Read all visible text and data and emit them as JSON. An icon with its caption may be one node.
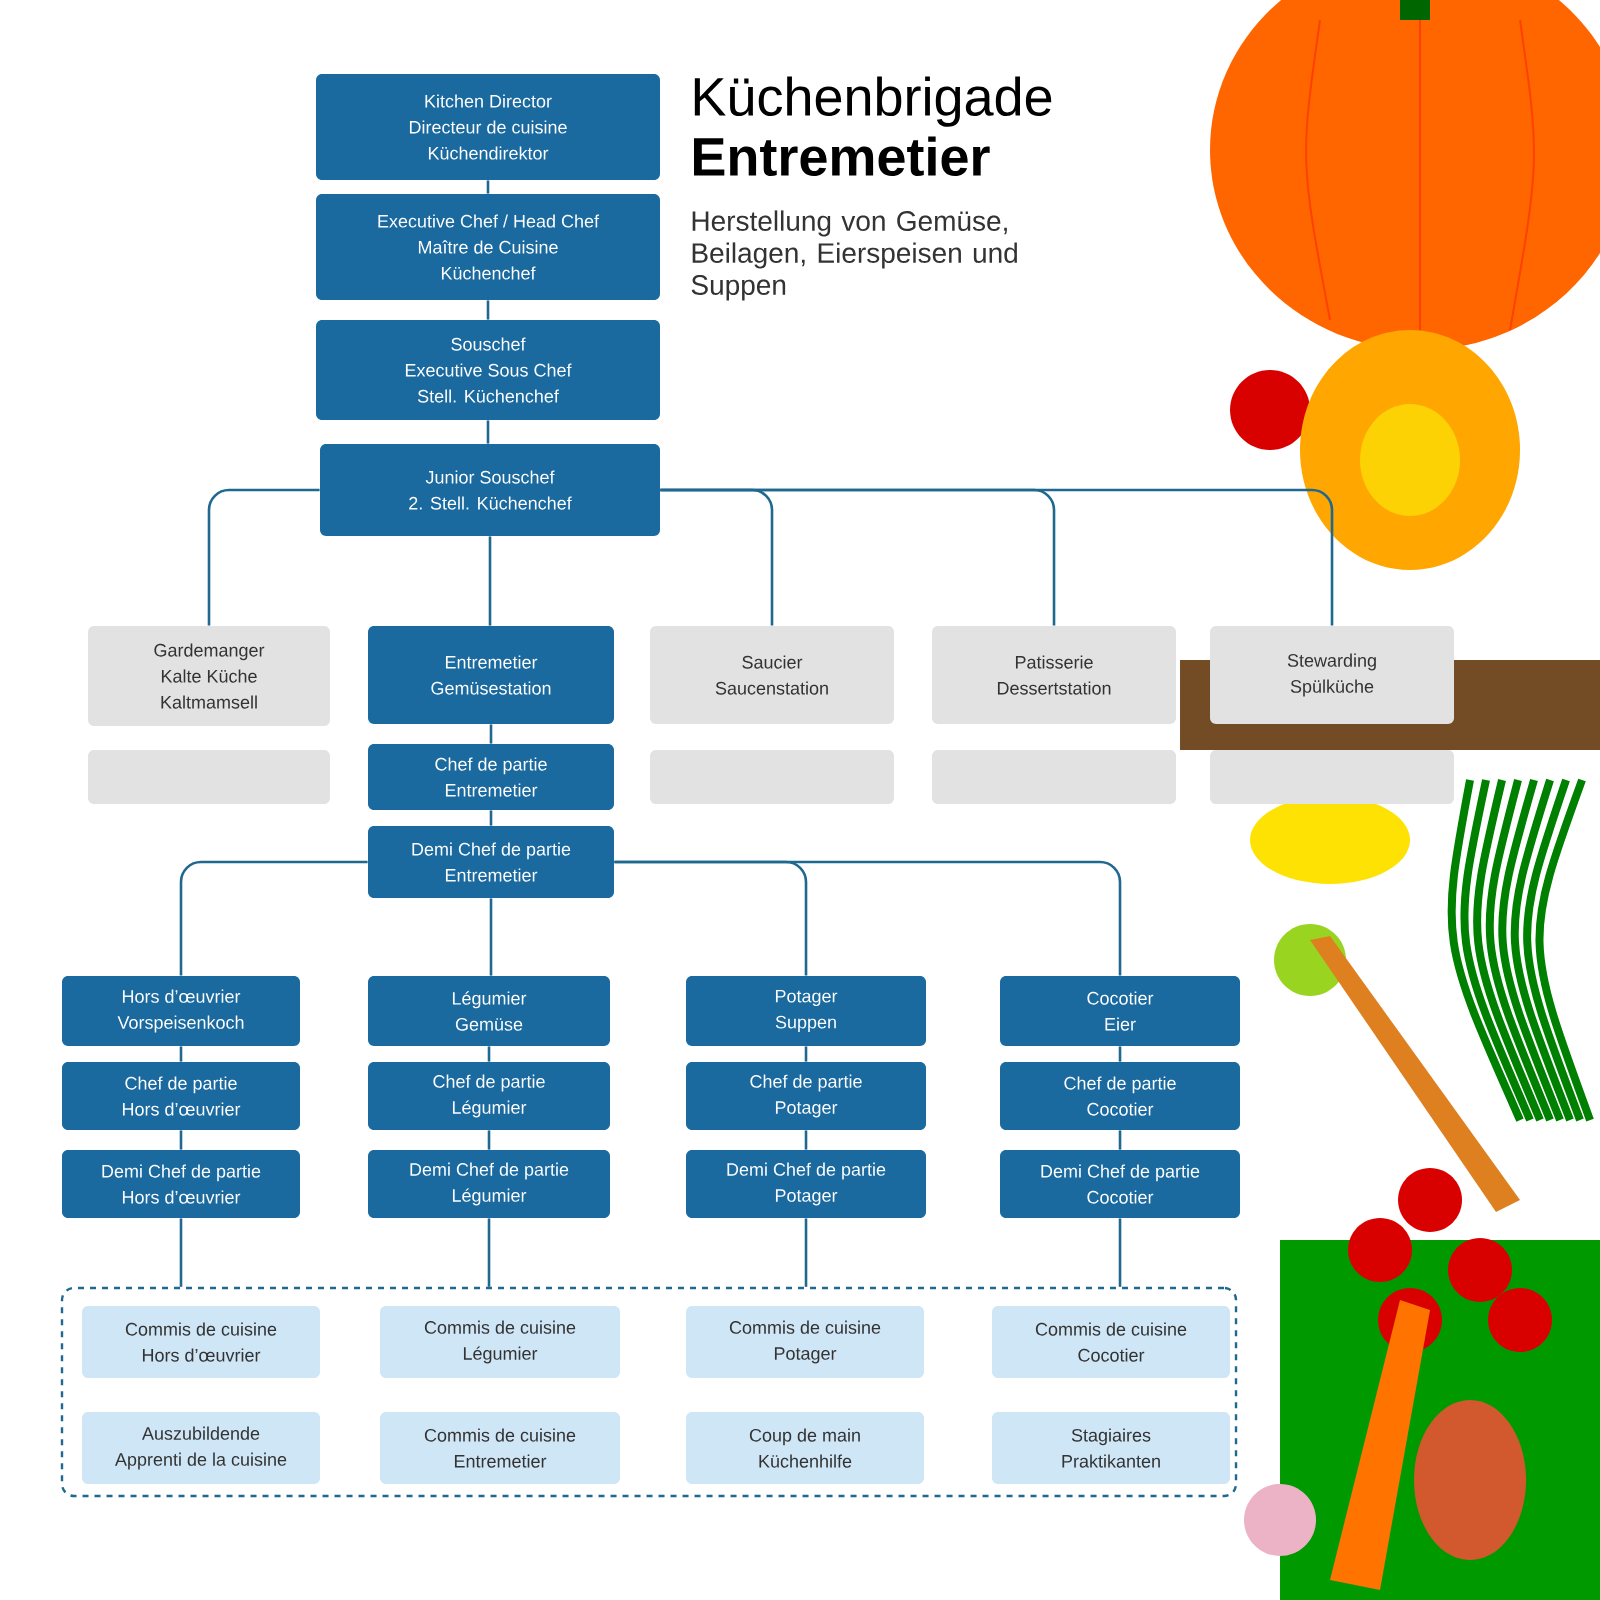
{
  "diagram": {
    "title": "Küchenbrigade **Entremetier**",
    "nodes": [
      {
        "text": [
          "Kitchen Director",
          "Directeur de cuisine",
          "Küchendirektor"
        ]
      },
      {
        "text": [
          "Executive Chef / Head Chef",
          "Maître de Cuisine",
          "Küchenchef"
        ]
      },
      {
        "text": [
          "Souschef",
          "Executive Sous Chef",
          "Stell. Küchenchef"
        ]
      },
      {
        "text": [
          "Junior Souschef",
          "2. Stell. Küchenchef"
        ]
      },
      {
        "text": [
          "Gardemanger",
          "Kalte Küche",
          "Kaltmamsell"
        ]
      },
      {
        "text": [
          "Entremetier",
          "Gemüsestation"
        ]
      },
      {
        "text": [
          "Saucier",
          "Saucenstation"
        ]
      },
      {
        "text": [
          "Patisserie",
          "Dessertstation"
        ]
      },
      {
        "text": [
          "Stewarding",
          "Spülküche"
        ]
      },
      {
        "text": [],
        "shape": "box"
      },
      {
        "text": [
          "Chef de partie",
          "Entremetier"
        ]
      },
      {
        "text": [],
        "shape": "box"
      },
      {
        "text": [],
        "shape": "box"
      },
      {
        "text": [],
        "shape": "box"
      },
      {
        "text": [
          "Demi Chef de partie",
          "Entremetier"
        ]
      },
      {
        "text": [
          "Hors d’œuvrier",
          "Vorspeisenkoch"
        ]
      },
      {
        "text": [
          "Légumier",
          "Gemüse"
        ]
      },
      {
        "text": [
          "Potager",
          "Suppen"
        ]
      },
      {
        "text": [
          "Cocotier",
          "Eier"
        ]
      },
      {
        "text": [
          "Chef de partie",
          "Hors d’œuvrier"
        ]
      },
      {
        "text": [
          "Chef de partie",
          "Légumier"
        ]
      },
      {
        "text": [
          "Chef de partie",
          "Potager"
        ]
      },
      {
        "text": [
          "Chef de partie",
          "Cocotier"
        ]
      },
      {
        "text": [
          "Demi Chef de partie",
          "Hors d’œuvrier"
        ]
      },
      {
        "text": [
          "Demi Chef de partie",
          "Légumier"
        ]
      },
      {
        "text": [
          "Demi Chef de partie",
          "Potager"
        ]
      },
      {
        "text": [
          "Demi Chef de partie",
          "Cocotier"
        ]
      },
      {
        "text": [],
        "shape": "box"
      },
      {
        "text": [
          "Commis de cuisine",
          "Hors d’œuvrier"
        ],
        "in": 27
      },
      {
        "text": [
          "Commis de cuisine",
          "Légumier"
        ],
        "in": 27
      },
      {
        "text": [
          "Commis de cuisine",
          "Potager"
        ],
        "in": 27
      },
      {
        "text": [
          "Commis de cuisine",
          "Cocotier"
        ],
        "in": 27
      },
      {
        "text": [
          "Auszubildende",
          "Apprenti de la cuisine"
        ],
        "in": 27
      },
      {
        "text": [
          "Commis de cuisine",
          "Entremetier"
        ],
        "in": 27
      },
      {
        "text": [
          "Coup de main",
          "Küchenhilfe"
        ],
        "in": 27
      },
      {
        "text": [
          "Stagiaires",
          "Praktikanten"
        ],
        "in": 27
      }
    ],
    "edges": [
      {
        "from": 0,
        "to": 1,
        "arrow": "none"
      },
      {
        "from": 1,
        "to": 2,
        "arrow": "none"
      },
      {
        "from": 2,
        "to": 3,
        "arrow": "none"
      },
      {
        "from": 3,
        "to": 4,
        "arrow": "none"
      },
      {
        "from": 3,
        "to": 5,
        "arrow": "none"
      },
      {
        "from": 3,
        "to": 6,
        "arrow": "none"
      },
      {
        "from": 3,
        "to": 7,
        "arrow": "none"
      },
      {
        "from": 3,
        "to": 8,
        "arrow": "none"
      },
      {
        "from": 5,
        "to": 10,
        "arrow": "none"
      },
      {
        "from": 10,
        "to": 14,
        "arrow": "none"
      },
      {
        "from": 14,
        "to": 15,
        "arrow": "none"
      },
      {
        "from": 14,
        "to": 16,
        "arrow": "none"
      },
      {
        "from": 14,
        "to": 17,
        "arrow": "none"
      },
      {
        "from": 14,
        "to": 18,
        "arrow": "none"
      },
      {
        "from": 15,
        "to": 19,
        "arrow": "none"
      },
      {
        "from": 16,
        "to": 20,
        "arrow": "none"
      },
      {
        "from": 17,
        "to": 21,
        "arrow": "none"
      },
      {
        "from": 18,
        "to": 22,
        "arrow": "none"
      },
      {
        "from": 19,
        "to": 23,
        "arrow": "none"
      },
      {
        "from": 20,
        "to": 24,
        "arrow": "none"
      },
      {
        "from": 21,
        "to": 25,
        "arrow": "none"
      },
      {
        "from": 22,
        "to": 26,
        "arrow": "none"
      },
      {
        "from": 23,
        "to": 27,
        "arrow": "none"
      },
      {
        "from": 24,
        "to": 27,
        "arrow": "none"
      },
      {
        "from": 25,
        "to": 27,
        "arrow": "none"
      },
      {
        "from": 26,
        "to": 27,
        "arrow": "none"
      }
    ],
    "labels": [
      "Herstellung von Gemüse, Beilagen, Eierspeisen und Suppen"
    ]
  }
}
